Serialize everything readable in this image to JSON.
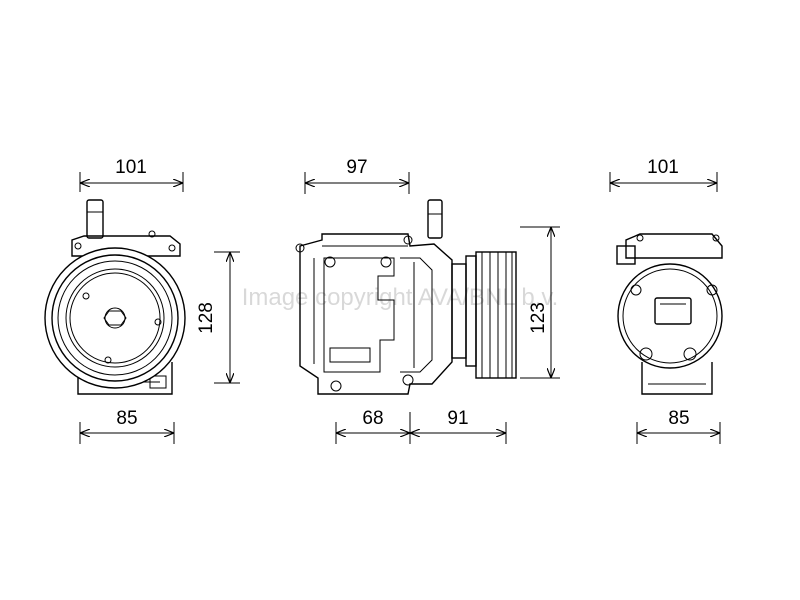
{
  "watermark": "Image copyright AVA/BNL b.v.",
  "views": {
    "front": {
      "top_width": "101",
      "bottom_width": "85",
      "height": "128"
    },
    "side": {
      "top_length": "97",
      "bottom_left_length": "68",
      "bottom_right_length": "91",
      "height": "123"
    },
    "rear": {
      "top_width": "101",
      "bottom_width": "85"
    }
  }
}
